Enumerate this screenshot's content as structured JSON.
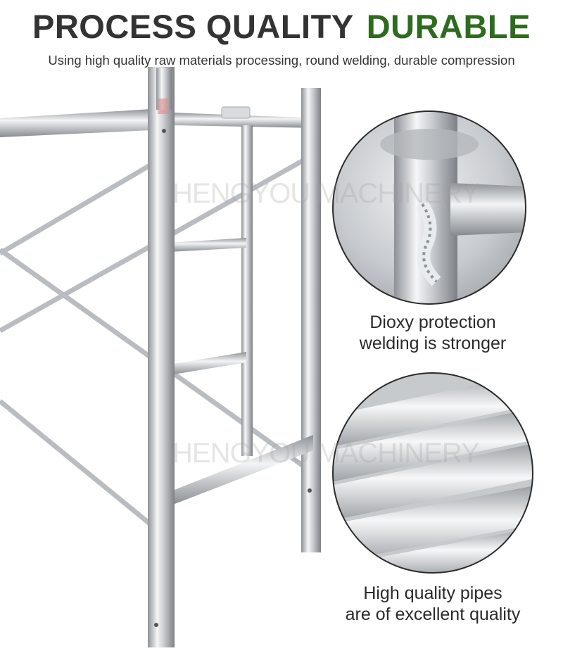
{
  "header": {
    "title_main": "PROCESS QUALITY",
    "title_accent": "DURABLE",
    "subtitle": "Using high quality raw materials processing, round welding, durable compression"
  },
  "watermarks": [
    "HENGYOU MACHINERY",
    "HENGYOU MACHINERY"
  ],
  "details": [
    {
      "caption_line1": "Dioxy protection",
      "caption_line2": "welding is stronger"
    },
    {
      "caption_line1": "High quality pipes",
      "caption_line2": "are of excellent quality"
    }
  ],
  "colors": {
    "title": "#333333",
    "accent": "#2e6b1f",
    "caption": "#2a2a2a"
  }
}
